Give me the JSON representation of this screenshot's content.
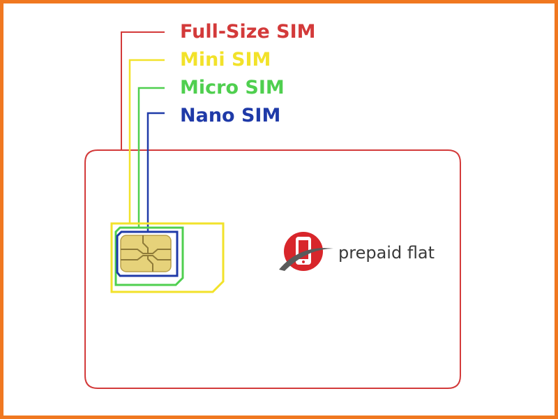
{
  "labels": {
    "full_size": "Full-Size SIM",
    "mini": "Mini SIM",
    "micro": "Micro SIM",
    "nano": "Nano SIM"
  },
  "brand": {
    "name": "prepaid flat",
    "icon": "phone-logo-icon"
  },
  "colors": {
    "frame": "#f07820",
    "full_size": "#d33a3a",
    "mini": "#f2e22a",
    "micro": "#4fcf4f",
    "nano": "#1f3aa8",
    "chip": "#e6d27a",
    "brand_red": "#d8262b",
    "brand_text": "#3a3a3a"
  }
}
